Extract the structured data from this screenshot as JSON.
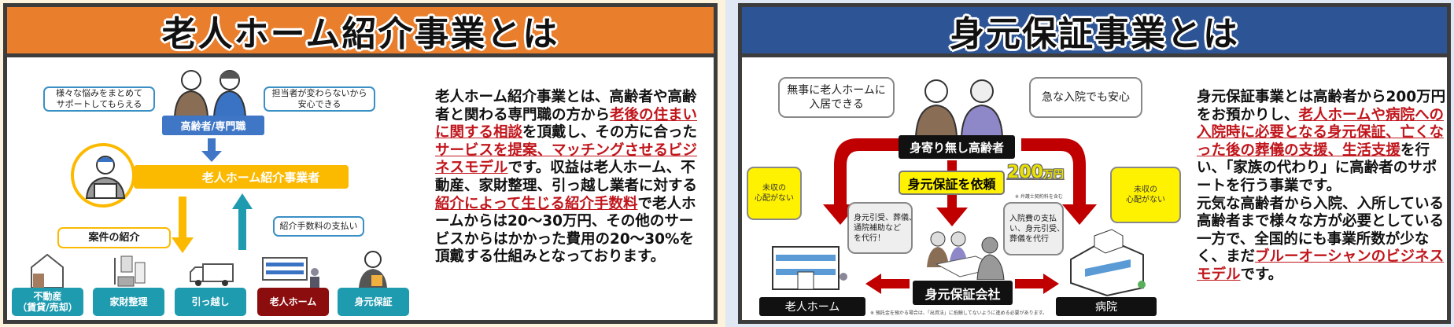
{
  "left": {
    "title": "老人ホーム紹介事業とは",
    "header_color": "#e97f2d",
    "diagram": {
      "bubble_left": "様々な悩みをまとめて\nサポートしてもらえる",
      "bubble_right": "担当者が変わらないから\n安心できる",
      "client_label": "高齢者/専門職",
      "agent_label": "老人ホーム紹介事業者",
      "referral_label": "案件の紹介",
      "fee_label": "紹介手数料の支払い",
      "tiles": [
        "不動産\n（賃貸/売却）",
        "家財整理",
        "引っ越し",
        "老人ホーム",
        "身元保証"
      ]
    },
    "text": [
      {
        "t": "老人ホーム紹介事業とは、高齢者や高齢者と関わる専門職の方から",
        "hl": false
      },
      {
        "t": "老後の住まいに関する相談",
        "hl": true
      },
      {
        "t": "を頂戴し、その方に合った",
        "hl": false
      },
      {
        "t": "サービスを提案、マッチングさせるビジネスモデル",
        "hl": true
      },
      {
        "t": "です。収益は老人ホーム、不動産、家財整理、引っ越し業者に対する",
        "hl": false
      },
      {
        "t": "紹介によって生じる紹介手数料",
        "hl": true
      },
      {
        "t": "で老人ホームからは20～30万円、その他のサービスからはかかった費用の20～30%を頂戴する仕組みとなっております。",
        "hl": false
      }
    ]
  },
  "right": {
    "title": "身元保証事業とは",
    "header_color": "#2d5596",
    "diagram": {
      "bubble_left": "無事に老人ホームに\n入居できる",
      "bubble_right": "急な入院でも安心",
      "elder_label": "身寄り無し高齢者",
      "request_label": "身元保証を依頼",
      "amount": "200",
      "amount_unit": "万円",
      "amount_note": "※ 弁護士契約料を含む",
      "no_worry_left": "未収の\n心配がない",
      "no_worry_right": "未収の\n心配がない",
      "service_left": "身元引受、葬儀、\n通院補助など\nを代行！",
      "service_right": "入院費の支払\nい、身元引受、\n葬儀を代行",
      "company_label": "身元保証会社",
      "home_label": "老人ホーム",
      "hospital_label": "病院",
      "deposit_note": "※ 預託金を預かる場合は、「出資法」に抵触してないように進める必要があります。"
    },
    "text": [
      {
        "t": "身元保証事業とは高齢者から200万円をお預かりし、",
        "hl": false
      },
      {
        "t": "老人ホームや病院への入院時に必要となる身元保証、亡くなった後の葬儀の支援、生活支援",
        "hl": true
      },
      {
        "t": "を行い、「家族の代わり」に高齢者のサポートを行う事業です。\n元気な高齢者から入院、入所している高齢者まで様々な方が必要としている一方で、全国的にも事業所数が少なく、まだ",
        "hl": false
      },
      {
        "t": "ブルーオーシャンのビジネスモデル",
        "hl": true
      },
      {
        "t": "です。",
        "hl": false
      }
    ]
  }
}
